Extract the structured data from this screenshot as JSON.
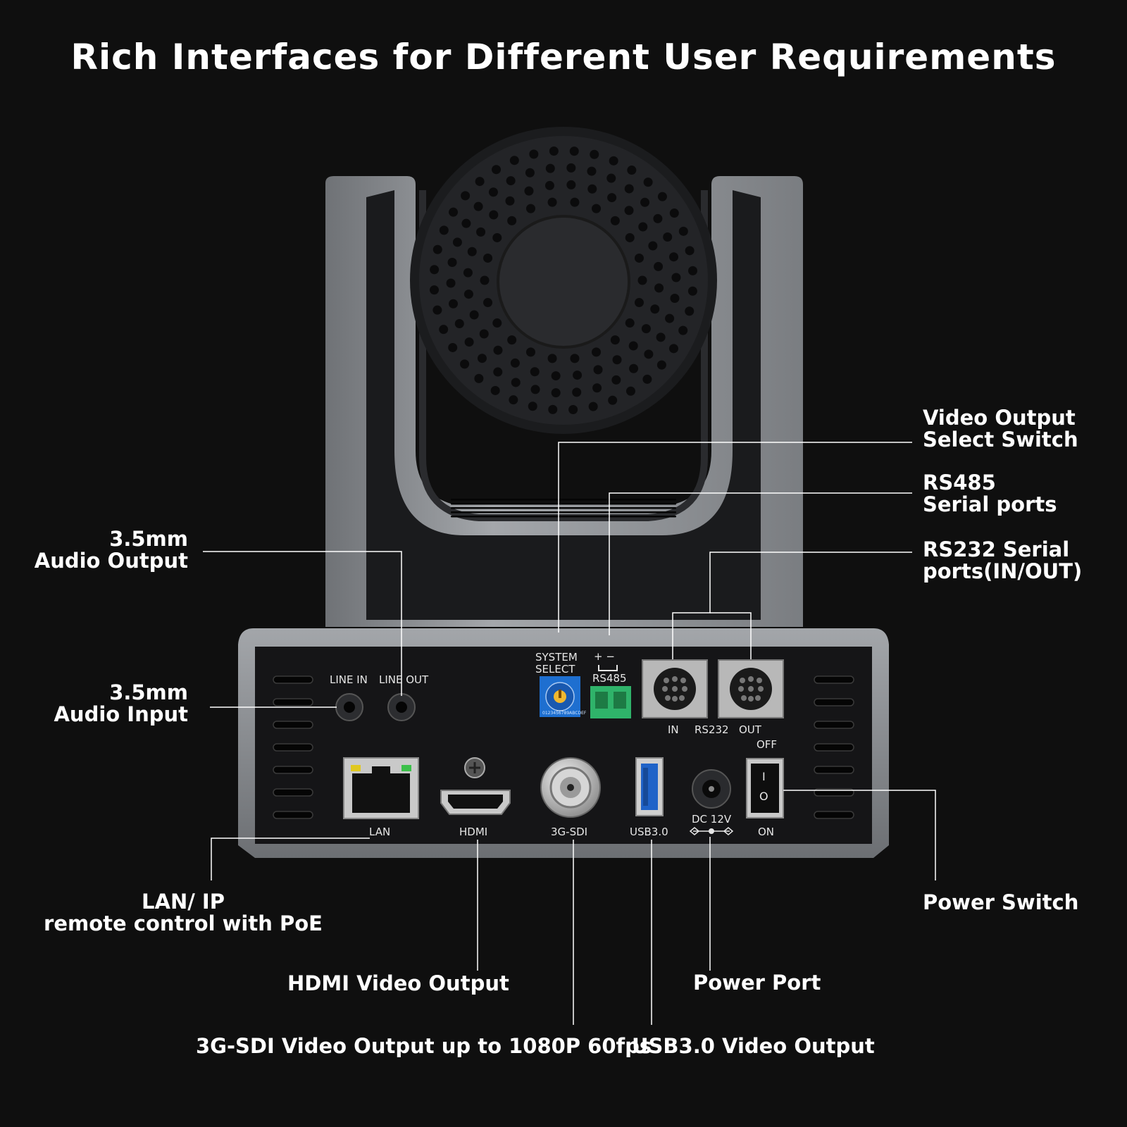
{
  "title": "Rich Interfaces for Different User Requirements",
  "colors": {
    "background": "#0f0f0f",
    "arm_silver": "#8f9296",
    "body_black": "#1b1c1e",
    "callout_line": "#ffffff",
    "knob_blue": "#1e6fd0",
    "terminal_green": "#2fb36a",
    "usb_blue": "#1f63c8"
  },
  "callouts": {
    "audio_output": [
      "3.5mm",
      "Audio Output"
    ],
    "audio_input": [
      "3.5mm",
      "Audio Input"
    ],
    "lan": [
      "LAN/ IP",
      "remote control with PoE"
    ],
    "hdmi": "HDMI Video Output",
    "sdi": "3G-SDI  Video Output up to 1080P 60fps",
    "usb": "USB3.0 Video Output",
    "power_port": "Power Port",
    "power_switch": "Power Switch",
    "video_select": [
      "Video Output",
      "Select Switch"
    ],
    "rs485": [
      "RS485",
      "Serial ports"
    ],
    "rs232": [
      "RS232 Serial",
      "ports(IN/OUT)"
    ]
  },
  "panel_labels": {
    "line_in": "LINE  IN",
    "line_out": "LINE OUT",
    "system_select_1": "SYSTEM",
    "system_select_2": "SELECT",
    "rs485_polarity": "+  −",
    "rs485": "RS485",
    "rs232_in": "IN",
    "rs232": "RS232",
    "rs232_out": "OUT",
    "off": "OFF",
    "on": "ON",
    "lan": "LAN",
    "hdmi": "HDMI",
    "sdi": "3G-SDI",
    "usb": "USB3.0",
    "dc": "DC 12V",
    "dial": "0123456789ABCDEF",
    "switch_i": "I",
    "switch_o": "O"
  }
}
